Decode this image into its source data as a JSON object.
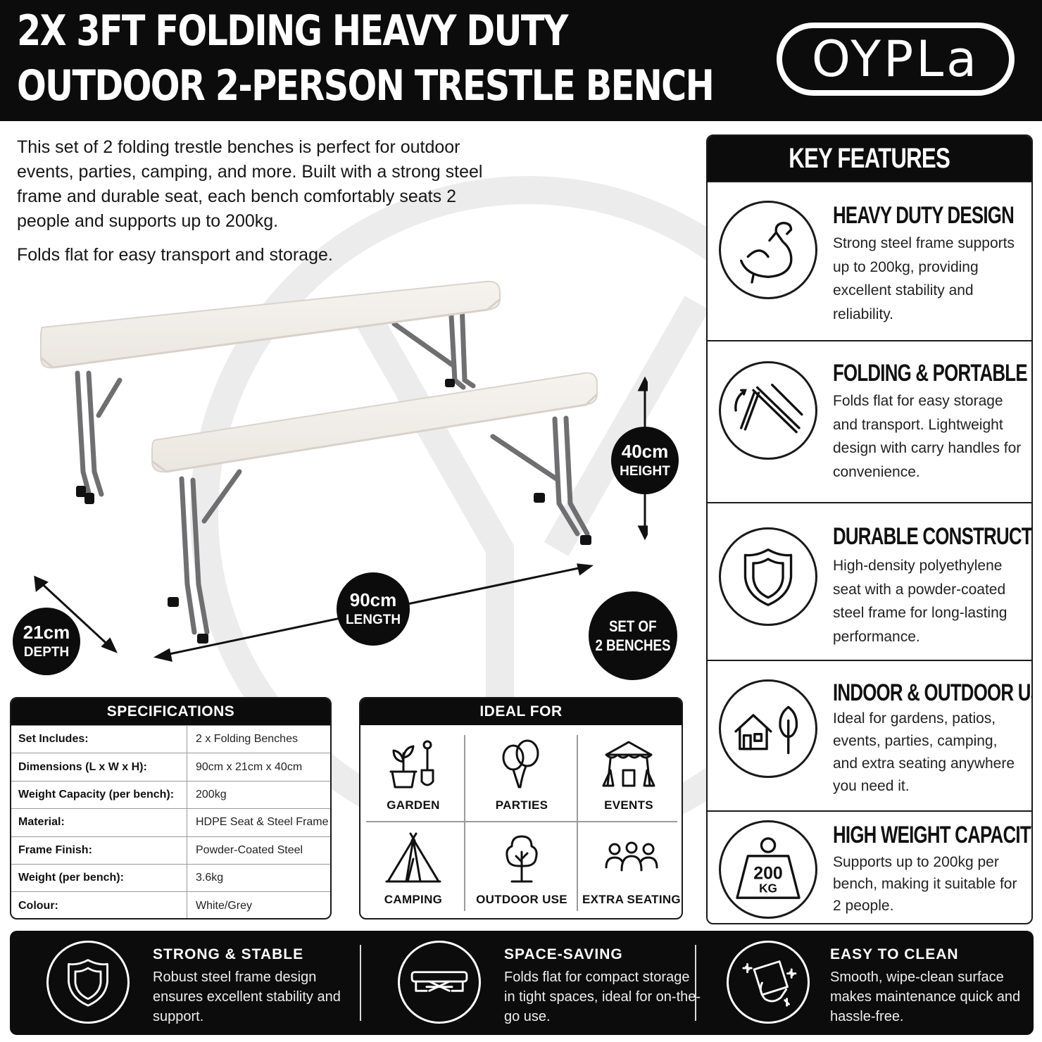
{
  "header": {
    "title_line1": "2X 3FT FOLDING HEAVY DUTY",
    "title_line2": "OUTDOOR 2-PERSON TRESTLE BENCH",
    "brand": "OYPLa"
  },
  "intro": {
    "paragraph1": "This set of 2 folding trestle benches is perfect for outdoor events, parties, camping, and more. Built with a strong steel frame and durable seat, each bench comfortably seats 2 people and supports up to 200kg.",
    "paragraph2": "Folds flat for easy transport and storage."
  },
  "dimensions": {
    "height_value": "40cm",
    "height_label": "HEIGHT",
    "length_value": "90cm",
    "length_label": "LENGTH",
    "depth_value": "21cm",
    "depth_label": "DEPTH",
    "set_line1": "SET OF",
    "set_line2": "2 BENCHES"
  },
  "key_features": {
    "heading": "KEY FEATURES",
    "items": [
      {
        "title": "HEAVY DUTY DESIGN",
        "desc": "Strong steel frame supports up to 200kg, providing excellent stability and reliability.",
        "icon": "flexed-arm-icon"
      },
      {
        "title": "FOLDING & PORTABLE",
        "desc": "Folds flat for easy storage and transport. Lightweight design with carry handles for convenience.",
        "icon": "folding-legs-icon"
      },
      {
        "title": "DURABLE CONSTRUCTION",
        "desc": "High-density polyethylene seat with a powder-coated steel frame for long-lasting performance.",
        "icon": "shield-icon"
      },
      {
        "title": "INDOOR & OUTDOOR USE",
        "desc": "Ideal for gardens, patios, events, parties, camping, and extra seating anywhere you need it.",
        "icon": "house-tree-icon"
      },
      {
        "title": "HIGH WEIGHT CAPACITY",
        "desc": "Supports up to 200kg per bench, making it suitable for 2 people.",
        "icon": "weight-icon",
        "weight_line1": "200",
        "weight_line2": "KG"
      }
    ]
  },
  "specifications": {
    "heading": "SPECIFICATIONS",
    "rows": [
      {
        "key": "Set Includes:",
        "value": "2 x Folding Benches"
      },
      {
        "key": "Dimensions (L x W x H):",
        "value": "90cm x 21cm x 40cm"
      },
      {
        "key": "Weight Capacity (per bench):",
        "value": "200kg"
      },
      {
        "key": "Material:",
        "value": "HDPE Seat & Steel Frame"
      },
      {
        "key": "Frame Finish:",
        "value": "Powder-Coated Steel"
      },
      {
        "key": "Weight (per bench):",
        "value": "3.6kg"
      },
      {
        "key": "Colour:",
        "value": "White/Grey"
      }
    ]
  },
  "ideal_for": {
    "heading": "IDEAL FOR",
    "items": [
      {
        "label": "GARDEN",
        "icon": "plant-pot-icon"
      },
      {
        "label": "PARTIES",
        "icon": "balloons-icon"
      },
      {
        "label": "EVENTS",
        "icon": "gazebo-icon"
      },
      {
        "label": "CAMPING",
        "icon": "tent-icon"
      },
      {
        "label": "OUTDOOR USE",
        "icon": "tree-icon"
      },
      {
        "label": "EXTRA SEATING",
        "icon": "people-icon"
      }
    ]
  },
  "bottom_band": [
    {
      "title": "STRONG & STABLE",
      "desc": "Robust steel frame design ensures excellent stability and support.",
      "icon": "shield-icon"
    },
    {
      "title": "SPACE-SAVING",
      "desc": "Folds flat for compact storage in tight spaces, ideal for on-the-go use.",
      "icon": "folded-bench-icon"
    },
    {
      "title": "EASY TO CLEAN",
      "desc": "Smooth, wipe-clean surface makes maintenance quick and hassle-free.",
      "icon": "wipe-cloth-icon"
    }
  ],
  "colors": {
    "black": "#0c0c0c",
    "white": "#ffffff",
    "bench_seat": "#f1ede8",
    "frame_grey": "#6f6f72"
  }
}
